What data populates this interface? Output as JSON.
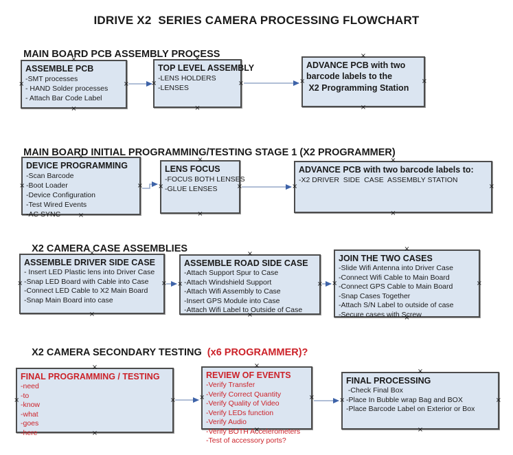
{
  "title": "IDRIVE X2  SERIES CAMERA PROCESSING FLOWCHART",
  "colors": {
    "box_fill": "#dbe5f1",
    "box_border": "#4c4c4c",
    "red": "#cc2229",
    "arrow_line": "#96a9c9",
    "arrow_head": "#3e63a8",
    "text": "#1a1a1a"
  },
  "sections": [
    {
      "heading": "MAIN BOARD PCB ASSEMBLY PROCESS",
      "boxes": [
        {
          "title": "ASSEMBLE PCB",
          "items": [
            "-SMT processes",
            "- HAND Solder processes",
            "- Attach Bar Code Label"
          ]
        },
        {
          "title": "TOP LEVEL ASSEMBLY",
          "items": [
            "-LENS HOLDERS",
            "-LENSES"
          ]
        },
        {
          "title": "ADVANCE PCB with two",
          "items": [
            "barcode labels to the",
            " X2 Programming Station"
          ]
        }
      ]
    },
    {
      "heading": "MAIN BOARD INITIAL PROGRAMMING/TESTING STAGE 1 (X2 PROGRAMMER)",
      "boxes": [
        {
          "title": "DEVICE PROGRAMMING",
          "items": [
            "-Scan Barcode",
            "-Boot Loader",
            "-Device Configuration",
            "-Test Wired Events",
            "-AC SYNC"
          ]
        },
        {
          "title": "LENS FOCUS",
          "items": [
            "-FOCUS BOTH LENSES",
            "-GLUE LENSES"
          ]
        },
        {
          "title": "ADVANCE PCB with two barcode labels to:",
          "items": [
            "-X2 DRIVER  SIDE  CASE  ASSEMBLY STATION"
          ]
        }
      ]
    },
    {
      "heading": "X2 CAMERA CASE ASSEMBLIES",
      "boxes": [
        {
          "title": "ASSEMBLE DRIVER SIDE CASE",
          "items": [
            "- Insert LED Plastic lens into Driver Case",
            "-Snap LED Board with Cable into Case",
            "-Connect LED Cable to X2 Main Board",
            "-Snap Main Board into case"
          ]
        },
        {
          "title": "ASSEMBLE ROAD SIDE CASE",
          "items": [
            "-Attach Support Spur to Case",
            "-Attach Windshield Support",
            "-Attach Wifi Assembly to Case",
            "-Insert GPS Module into Case",
            "-Attach Wifi Label to Outside of Case"
          ]
        },
        {
          "title": "JOIN THE TWO CASES",
          "items": [
            "-Slide Wifi Antenna into Driver Case",
            "-Connect Wifi Cable to Main Board",
            "-Connect GPS Cable to Main Board",
            "-Snap Cases Together",
            "-Attach S/N Label to outside of case",
            "-Secure cases with Screw"
          ]
        }
      ]
    },
    {
      "heading": "X2 CAMERA SECONDARY TESTING  ",
      "heading_red": "(x6 PROGRAMMER)?",
      "boxes": [
        {
          "title": "FINAL PROGRAMMING / TESTING",
          "items": [
            "-need",
            "-to",
            "-know",
            "-what",
            "-goes",
            "-here"
          ]
        },
        {
          "title": "REVIEW OF EVENTS",
          "items": [
            "-Verify Transfer",
            "-Verify Correct Quantity",
            "-Verify Quality of Video",
            "-Verify LEDs function",
            "-Verify Audio",
            "-Verify BOTH Accelerometers",
            "-Test of accessory ports?"
          ]
        },
        {
          "title": "FINAL PROCESSING",
          "items": [
            " -Check Final Box",
            "-Place In Bubble wrap Bag and BOX",
            "-Place Barcode Label on Exterior or Box"
          ]
        }
      ]
    }
  ]
}
